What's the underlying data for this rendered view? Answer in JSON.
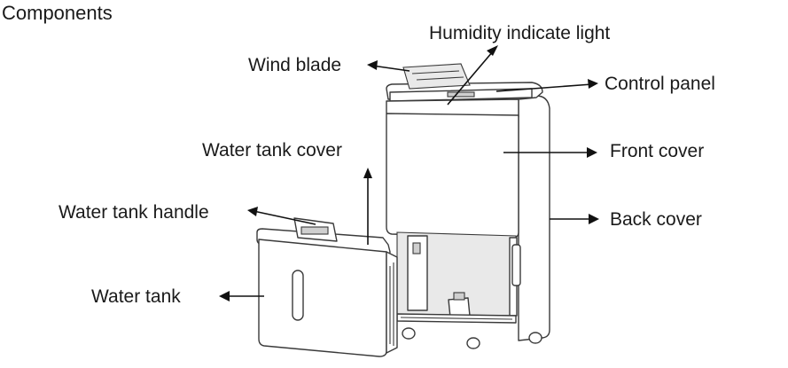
{
  "heading": "Components",
  "callouts": {
    "humidity_light": "Humidity indicate light",
    "wind_blade": "Wind blade",
    "control_panel": "Control panel",
    "water_tank_cover": "Water tank cover",
    "front_cover": "Front cover",
    "water_tank_handle": "Water tank handle",
    "back_cover": "Back cover",
    "water_tank": "Water tank"
  }
}
